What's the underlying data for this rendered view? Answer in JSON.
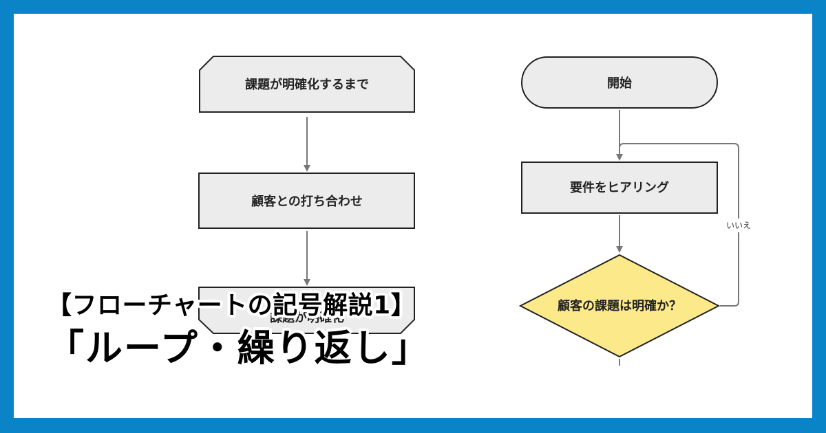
{
  "left_flow": {
    "loop_start": "課題が明確化するまで",
    "process": "顧客との打ち合わせ",
    "loop_end": "課題が明確化"
  },
  "right_flow": {
    "start": "開始",
    "process": "要件をヒアリング",
    "decision": "顧客の課題は明確か？",
    "no_label": "いいえ"
  },
  "title": {
    "line1": "【フローチャートの記号解説1】",
    "line2": "「ループ・繰り返し」"
  },
  "colors": {
    "frame_border": "#0a84c6",
    "node_fill": "#ececec",
    "decision_fill": "#fbe98a",
    "connector": "#777777"
  }
}
